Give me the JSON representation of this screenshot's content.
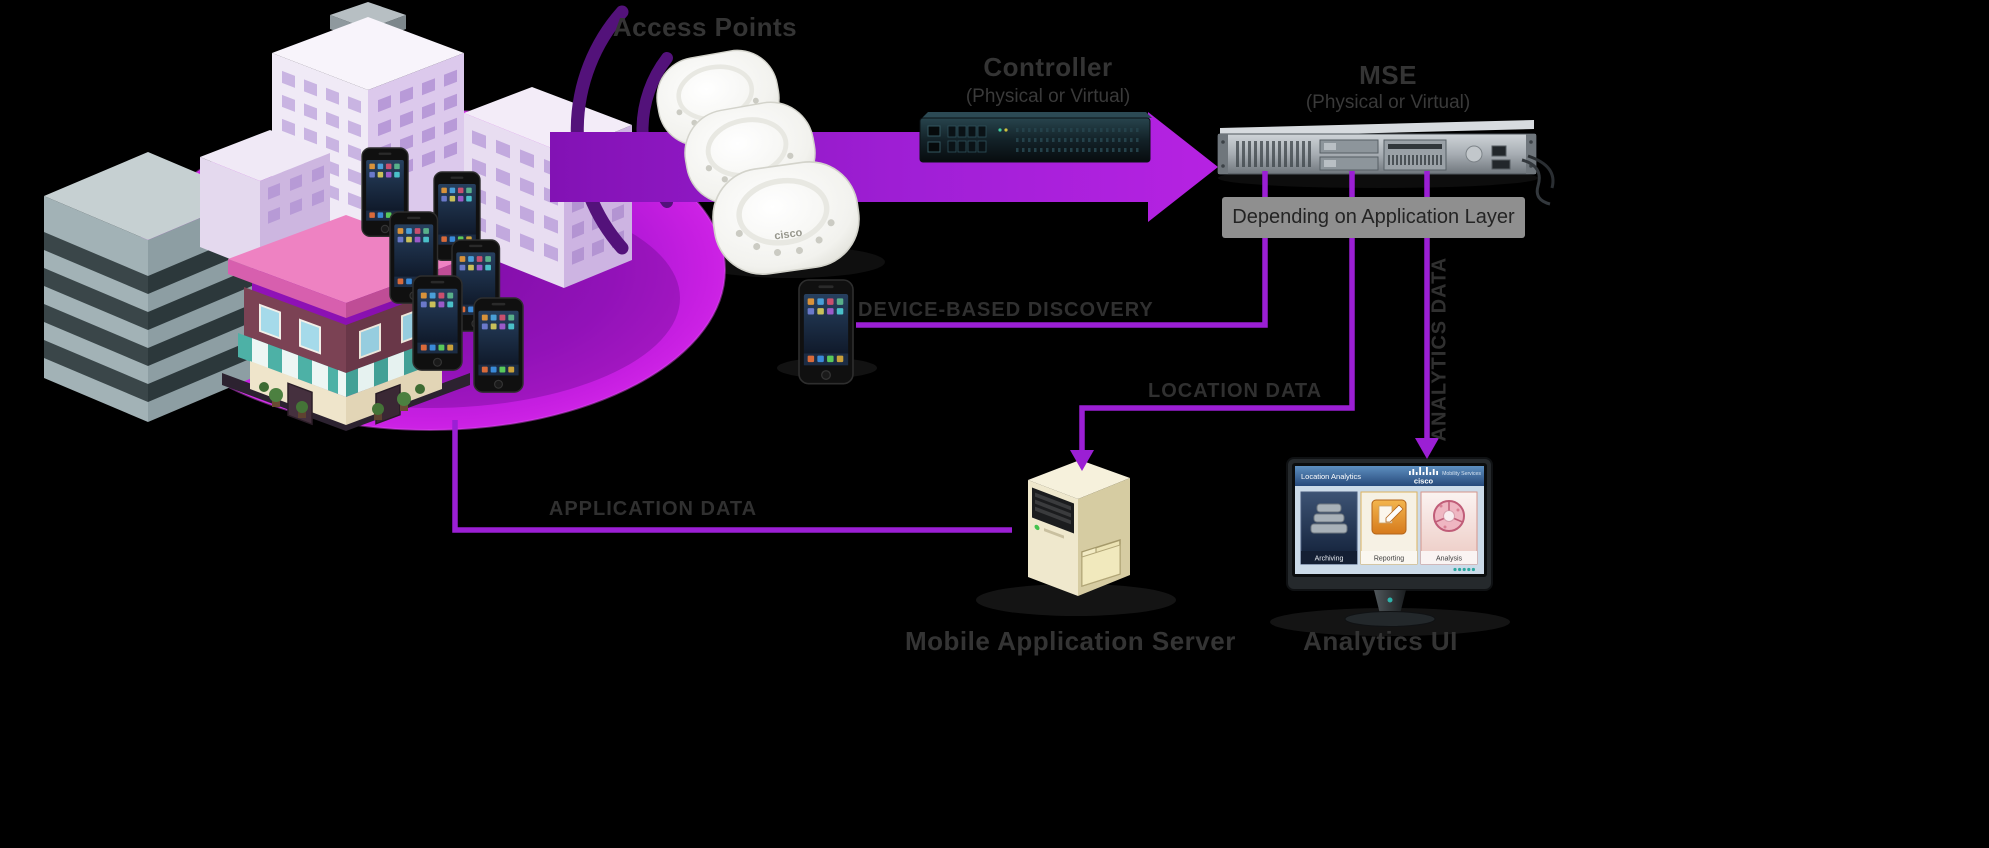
{
  "scene": {
    "background_color": "#000000",
    "colors": {
      "flow_line_purple": "#9b1fd4",
      "arrow_magenta": "#a01fd6",
      "coverage_magenta": "#c81fe2",
      "label_gray": "#3a3a3a",
      "callout_background": "#8f8f8f",
      "callout_text": "#242424"
    },
    "access_points": {
      "label": "Access Points",
      "brand": "cisco"
    },
    "controller": {
      "label": "Controller",
      "sublabel": "(Physical or Virtual)"
    },
    "mse": {
      "label": "MSE",
      "sublabel": "(Physical or Virtual)"
    },
    "callout": {
      "label": "Depending on Application Layer"
    },
    "flows": {
      "device_based_discovery": "DEVICE-BASED DISCOVERY",
      "location_data": "LOCATION DATA",
      "analytics_data": "ANALYTICS DATA",
      "application_data": "APPLICATION DATA"
    },
    "mobile_application_server": {
      "label": "Mobile Application Server"
    },
    "analytics_ui": {
      "label": "Analytics UI",
      "screen": {
        "app_title": "Location Analytics",
        "brand": "cisco",
        "brand_subtitle": "Mobility Services",
        "modules": [
          {
            "label": "Archiving"
          },
          {
            "label": "Reporting"
          },
          {
            "label": "Analysis"
          }
        ]
      }
    }
  }
}
